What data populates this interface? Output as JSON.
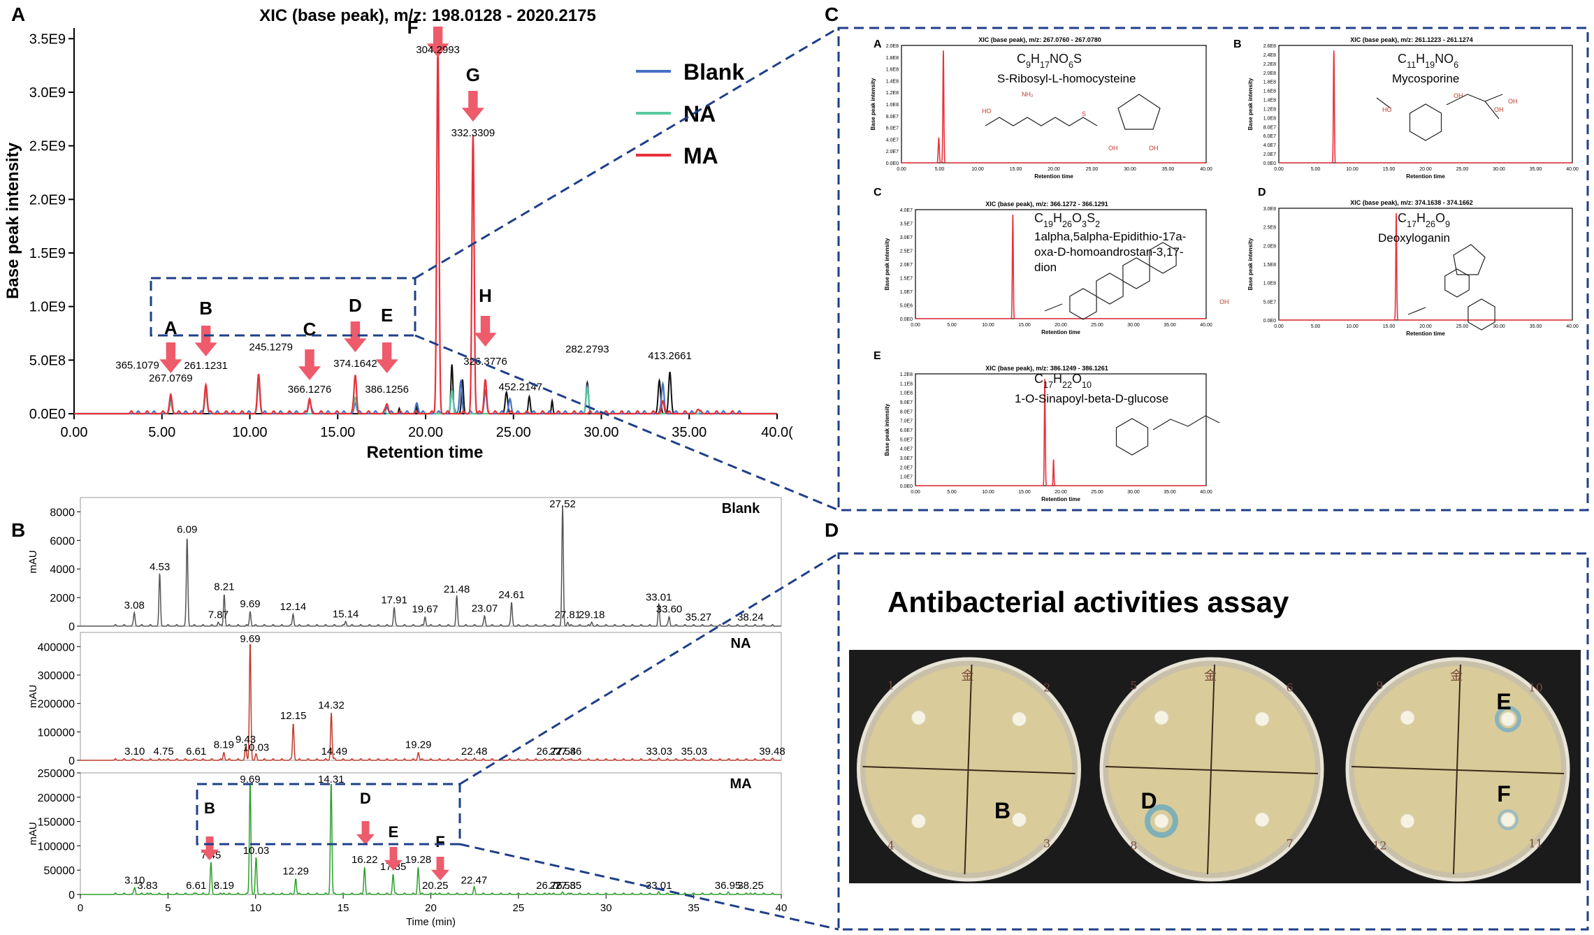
{
  "colors": {
    "blank": "#4472c4",
    "na": "#5cc8a0",
    "ma": "#e8303a",
    "arrow": "#ee5b6b",
    "black": "#111111",
    "dash": "#1f3f88",
    "grey": "#555555",
    "na_red": "#c0392b",
    "ma_green": "#2ca02c",
    "plate": "#d9cc9a"
  },
  "panel_letters": {
    "a": "A",
    "b": "B",
    "c": "C",
    "d": "D"
  },
  "panel_a": {
    "title": "XIC (base peak), m/z: 198.0128 - 2020.2175",
    "xlabel": "Retention time",
    "ylabel": "Base peak intensity",
    "legend": [
      "Blank",
      "NA",
      "MA"
    ],
    "peak_markers": [
      {
        "letter": "F",
        "mz": "304.2993",
        "x": 20.7
      },
      {
        "letter": "G",
        "mz": "332.3309",
        "x": 22.7
      },
      {
        "letter": "H",
        "mz": "326.3776",
        "x": 23.4
      },
      {
        "letter": "A",
        "mz": "267.0769",
        "x": 5.5
      },
      {
        "letter": "B",
        "mz": "261.1231",
        "x": 7.5
      },
      {
        "letter": "C",
        "mz": "366.1276",
        "x": 13.4
      },
      {
        "letter": "D",
        "mz": "374.1642",
        "x": 16.0
      },
      {
        "letter": "E",
        "mz": "386.1256",
        "x": 17.8
      }
    ],
    "extra_labels": [
      {
        "text": "365.1079",
        "x": 3.6,
        "y": 420000000.0
      },
      {
        "text": "245.1279",
        "x": 11.2,
        "y": 590000000.0
      },
      {
        "text": "282.2793",
        "x": 29.2,
        "y": 570000000.0
      },
      {
        "text": "452.2147",
        "x": 25.4,
        "y": 220000000.0
      },
      {
        "text": "413.2661",
        "x": 33.9,
        "y": 510000000.0
      }
    ]
  },
  "panel_c": {
    "subplots": [
      {
        "letter": "A",
        "title": "XIC (base peak), m/z: 267.0760 - 267.0780",
        "formula": "C9H17NO6S",
        "name": "S-Ribosyl-L-homocysteine",
        "peak": 5.5
      },
      {
        "letter": "B",
        "title": "XIC (base peak), m/z: 261.1223 - 261.1274",
        "formula": "C11H19NO6",
        "name": "Mycosporine",
        "peak": 7.5
      },
      {
        "letter": "C",
        "title": "XIC (base peak), m/z: 366.1272 - 366.1291",
        "formula": "C19H26O3S2",
        "name": "1alpha,5alpha-Epidithio-17a-oxa-D-homoandrostan-3,17-dion",
        "peak": 13.4
      },
      {
        "letter": "D",
        "title": "XIC (base peak), m/z: 374.1638 - 374.1662",
        "formula": "C17H26O9",
        "name": "Deoxyloganin",
        "peak": 16.0
      },
      {
        "letter": "E",
        "title": "XIC (base peak), m/z: 386.1249 - 386.1261",
        "formula": "C17H22O10",
        "name": "1-O-Sinapoyl-beta-D-glucose",
        "peak": 17.8
      }
    ],
    "xlabel": "Retention time",
    "ylabel": "Base peak intensity"
  },
  "panel_b": {
    "ylabel": "mAU",
    "xlabel": "Time (min)",
    "traces": [
      {
        "name": "Blank",
        "ymax": 9000,
        "ticks": [
          0,
          2000,
          4000,
          6000,
          8000
        ],
        "labels": [
          [
            3.08,
            1000
          ],
          [
            4.53,
            3900
          ],
          [
            6.09,
            6700
          ],
          [
            7.87,
            300
          ],
          [
            8.21,
            2400
          ],
          [
            9.69,
            1100
          ],
          [
            12.14,
            900
          ],
          [
            15.14,
            350
          ],
          [
            17.91,
            1400
          ],
          [
            19.67,
            700
          ],
          [
            21.48,
            2200
          ],
          [
            23.07,
            750
          ],
          [
            24.61,
            1800
          ],
          [
            27.52,
            9000
          ],
          [
            27.81,
            300
          ],
          [
            29.18,
            300
          ],
          [
            33.01,
            1600
          ],
          [
            33.6,
            700
          ],
          [
            35.27,
            0
          ],
          [
            38.24,
            0
          ]
        ]
      },
      {
        "name": "NA",
        "ymax": 450000,
        "ticks": [
          0,
          100000,
          200000,
          300000,
          400000
        ],
        "labels": [
          [
            3.1,
            3000
          ],
          [
            4.75,
            3000
          ],
          [
            6.61,
            3000
          ],
          [
            8.19,
            30000
          ],
          [
            9.43,
            50000
          ],
          [
            9.69,
            450000
          ],
          [
            10.03,
            20000
          ],
          [
            12.15,
            140000
          ],
          [
            14.32,
            180000
          ],
          [
            14.49,
            3000
          ],
          [
            19.29,
            30000
          ],
          [
            22.48,
            3000
          ],
          [
            26.77,
            3000
          ],
          [
            27.54,
            3000
          ],
          [
            27.86,
            3000
          ],
          [
            33.03,
            3000
          ],
          [
            35.03,
            3000
          ],
          [
            39.48,
            3000
          ]
        ]
      },
      {
        "name": "MA",
        "ymax": 250000,
        "ticks": [
          0,
          50000,
          100000,
          150000,
          200000,
          250000
        ],
        "labels": [
          [
            3.1,
            15000
          ],
          [
            3.83,
            3000
          ],
          [
            6.61,
            3000
          ],
          [
            7.45,
            70000
          ],
          [
            8.19,
            3000
          ],
          [
            9.69,
            250000
          ],
          [
            10.03,
            80000
          ],
          [
            12.29,
            35000
          ],
          [
            14.31,
            250000
          ],
          [
            16.22,
            60000
          ],
          [
            17.85,
            45000
          ],
          [
            19.28,
            60000
          ],
          [
            20.25,
            3000
          ],
          [
            22.47,
            15000
          ],
          [
            26.76,
            3000
          ],
          [
            27.53,
            3000
          ],
          [
            27.85,
            3000
          ],
          [
            33.01,
            3000
          ],
          [
            36.95,
            3000
          ],
          [
            38.25,
            3000
          ]
        ]
      }
    ],
    "ma_markers": [
      {
        "letter": "B",
        "x": 7.45
      },
      {
        "letter": "D",
        "x": 16.22
      },
      {
        "letter": "E",
        "x": 17.85
      },
      {
        "letter": "F",
        "x": 20.25
      }
    ]
  },
  "panel_d": {
    "title": "Antibacterial activities assay",
    "plates": [
      {
        "nums": [
          "1",
          "2",
          "4",
          "3"
        ],
        "center": "金",
        "letters": {
          "se": "B"
        }
      },
      {
        "nums": [
          "5",
          "6",
          "8",
          "7"
        ],
        "center": "金",
        "letters": {
          "sw": "D"
        }
      },
      {
        "nums": [
          "9",
          "10",
          "12",
          "11"
        ],
        "center": "金",
        "letters": {
          "ne": "E",
          "se": "F"
        }
      }
    ]
  },
  "chart_data": [
    {
      "type": "line",
      "title": "XIC (base peak), m/z: 198.0128 - 2020.2175",
      "xlabel": "Retention time",
      "ylabel": "Base peak intensity",
      "xlim": [
        0,
        40
      ],
      "ylim": [
        0,
        3600000000.0
      ],
      "xticks": [
        "0.00",
        "5.00",
        "10.00",
        "15.00",
        "20.00",
        "25.00",
        "30.00",
        "35.00",
        "40.0("
      ],
      "yticks": [
        "0.0E0",
        "5.0E8",
        "1.0E9",
        "1.5E9",
        "2.0E9",
        "2.5E9",
        "3.0E9",
        "3.5E9"
      ],
      "legend_position": "top-right",
      "series": [
        {
          "name": "Blank",
          "x": [
            5.5,
            7.5,
            10.5,
            13.4,
            16.0,
            17.8,
            19.5,
            21.5,
            22.0,
            23.4,
            24.8,
            29.2,
            33.5
          ],
          "y": [
            120000000.0,
            260000000.0,
            340000000.0,
            120000000.0,
            100000000.0,
            60000000.0,
            100000000.0,
            200000000.0,
            300000000.0,
            200000000.0,
            140000000.0,
            260000000.0,
            280000000.0
          ]
        },
        {
          "name": "NA",
          "x": [
            5.5,
            7.5,
            10.5,
            16.0,
            21.5,
            29.2
          ],
          "y": [
            100000000.0,
            200000000.0,
            280000000.0,
            150000000.0,
            220000000.0,
            240000000.0
          ]
        },
        {
          "name": "MA",
          "x": [
            5.5,
            7.5,
            10.5,
            13.4,
            16.0,
            17.8,
            20.7,
            22.7,
            23.4,
            33.5,
            35.5
          ],
          "y": [
            180000000.0,
            270000000.0,
            350000000.0,
            140000000.0,
            360000000.0,
            90000000.0,
            3450000000.0,
            2600000000.0,
            320000000.0,
            120000000.0,
            40000000.0
          ]
        }
      ]
    }
  ]
}
